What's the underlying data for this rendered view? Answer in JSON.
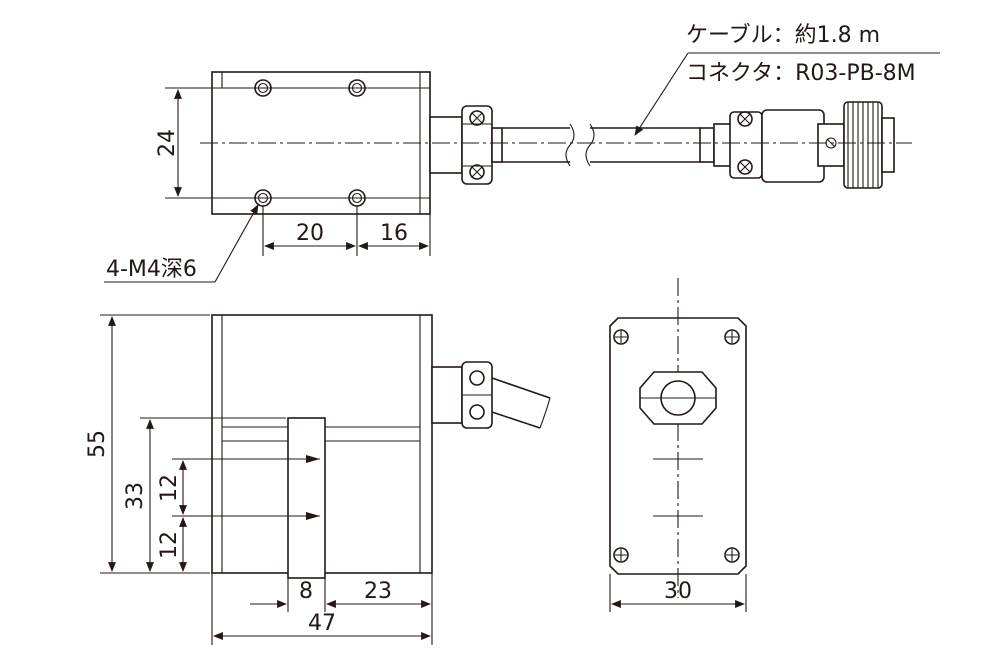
{
  "labels": {
    "cable": "ケーブル：約1.8 m",
    "connector": "コネクタ：R03-PB-8M",
    "tap_holes": "4-M4深6"
  },
  "dimensions": {
    "hole_spacing_vertical": "24",
    "hole_spacing_horizontal": "20",
    "hole_to_end": "16",
    "overall_height": "55",
    "dim_33": "33",
    "dim_12_top": "12",
    "dim_12_bottom": "12",
    "slot_width": "8",
    "slot_to_end": "23",
    "overall_length": "47",
    "end_width": "30"
  },
  "colors": {
    "line": "#231815",
    "background": "#ffffff"
  }
}
